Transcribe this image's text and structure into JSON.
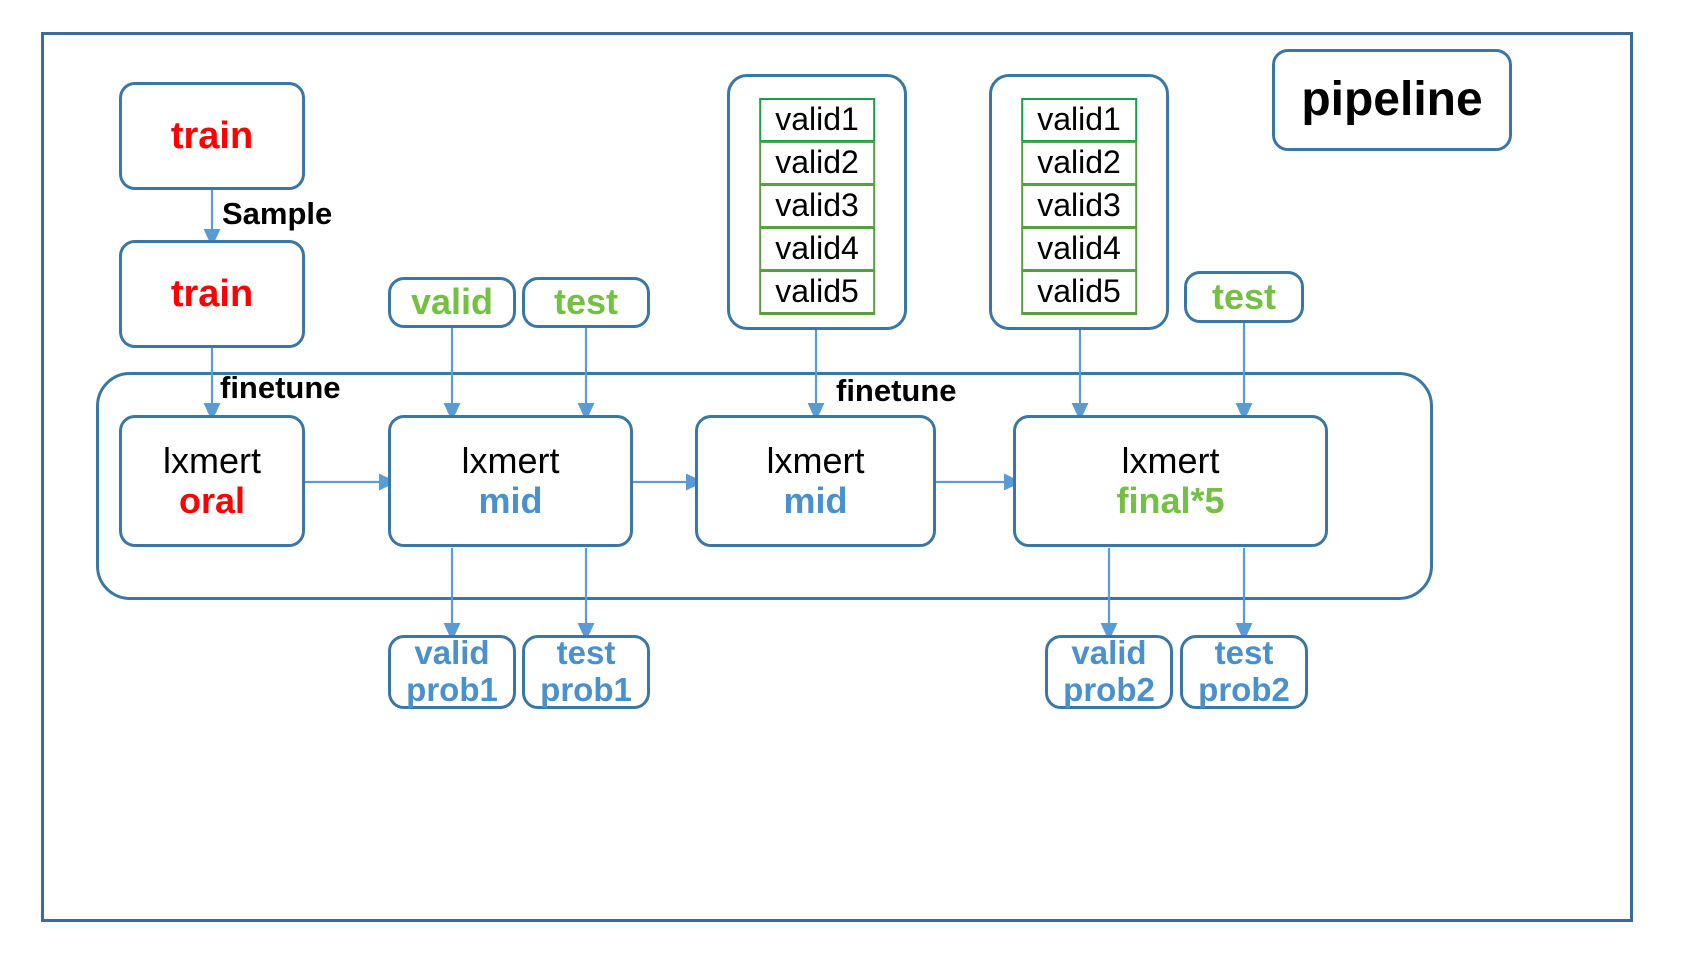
{
  "diagram": {
    "title": "pipeline",
    "frame_color": "#3a6b9c",
    "box_border_color": "#3b77a3",
    "arrow_color": "#5b9bd5",
    "green": "#74c043",
    "red": "#ff0000",
    "blue": "#4a90cc",
    "list_border_green": "#5a9e3f",
    "list_border_green_first": "#15a04a"
  },
  "nodes": {
    "train_top": {
      "label": "train"
    },
    "train_sampled": {
      "label": "train"
    },
    "valid_in": {
      "label": "valid"
    },
    "test_in": {
      "label": "test"
    },
    "test_in2": {
      "label": "test"
    },
    "lxmert_oral": {
      "line1": "lxmert",
      "line2": "oral"
    },
    "lxmert_mid1": {
      "line1": "lxmert",
      "line2": "mid"
    },
    "lxmert_mid2": {
      "line1": "lxmert",
      "line2": "mid"
    },
    "lxmert_final": {
      "line1": "lxmert",
      "line2": "final*5"
    },
    "valid_prob1": {
      "line1": "valid",
      "line2": "prob1"
    },
    "test_prob1": {
      "line1": "test",
      "line2": "prob1"
    },
    "valid_prob2": {
      "line1": "valid",
      "line2": "prob2"
    },
    "test_prob2": {
      "line1": "test",
      "line2": "prob2"
    }
  },
  "stacks": {
    "stack1": {
      "items": [
        "valid1",
        "valid2",
        "valid3",
        "valid4",
        "valid5"
      ]
    },
    "stack2": {
      "items": [
        "valid1",
        "valid2",
        "valid3",
        "valid4",
        "valid5"
      ]
    }
  },
  "labels": {
    "sample": "Sample",
    "finetune_left": "finetune",
    "finetune_right": "finetune"
  }
}
